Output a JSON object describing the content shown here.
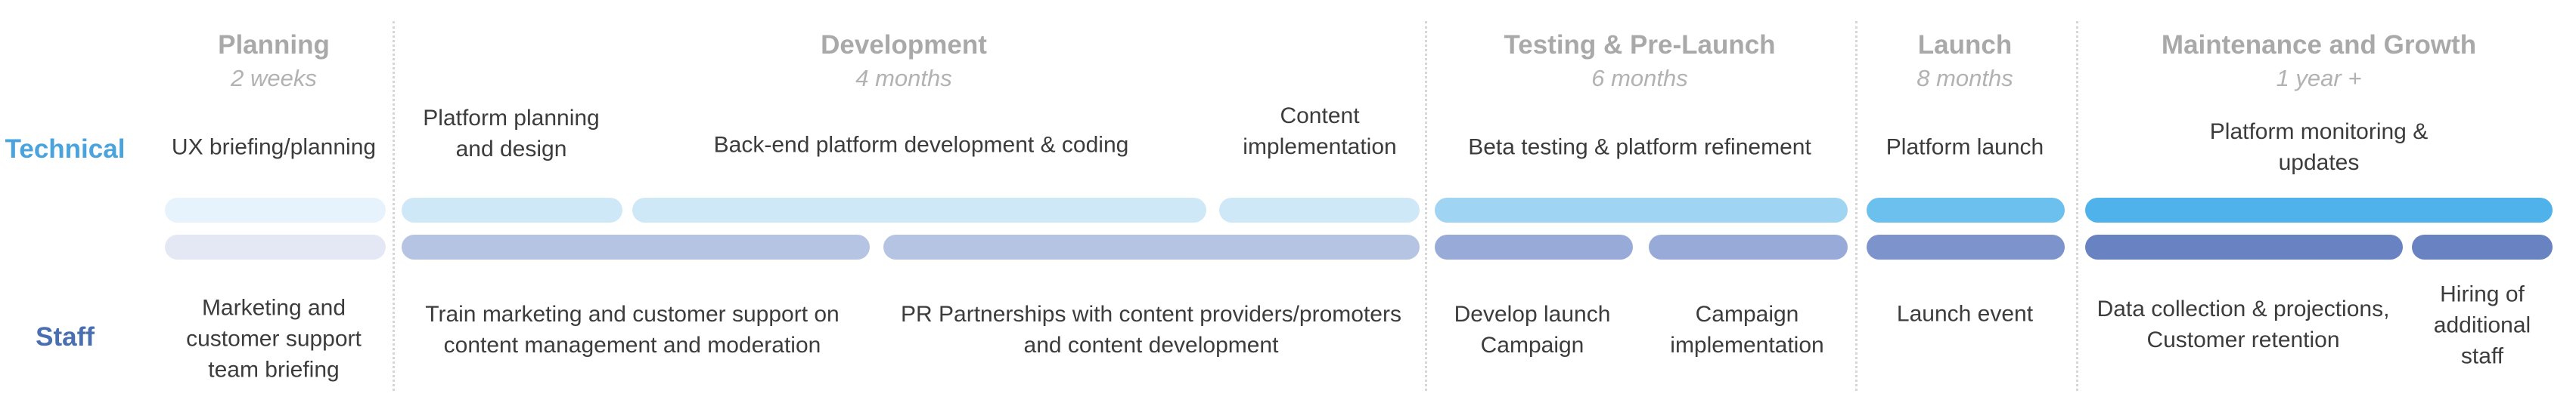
{
  "phases": [
    {
      "title": "Planning",
      "duration": "2 weeks"
    },
    {
      "title": "Development",
      "duration": "4 months"
    },
    {
      "title": "Testing & Pre-Launch",
      "duration": "6 months"
    },
    {
      "title": "Launch",
      "duration": "8 months"
    },
    {
      "title": "Maintenance and Growth",
      "duration": "1 year +"
    }
  ],
  "rows": {
    "technical": {
      "label": "Technical",
      "color": "#4aa3dc"
    },
    "staff": {
      "label": "Staff",
      "color": "#4a6fb0"
    }
  },
  "technical_tasks": [
    "UX briefing/planning",
    "Platform planning\nand design",
    "Back-end platform development & coding",
    "Content\nimplementation",
    "Beta testing & platform refinement",
    "Platform launch",
    "Platform monitoring & updates"
  ],
  "staff_tasks": [
    "Marketing and\ncustomer support\nteam briefing",
    "Train marketing and customer support on\ncontent management and moderation",
    "PR Partnerships with content providers/promoters\nand content development",
    "Develop launch\nCampaign",
    "Campaign\nimplementation",
    "Launch event",
    "Data collection & projections,\nCustomer retention",
    "Hiring of\nadditional staff"
  ],
  "colors": {
    "tech_bars": [
      "#e6f3fc",
      "#cfe8f8",
      "#cfe8f8",
      "#cfe8f8",
      "#9fd4f2",
      "#6cc0ee",
      "#4fb2ea"
    ],
    "staff_bars": [
      "#e3e8f4",
      "#b5c4e2",
      "#b5c4e2",
      "#98abd8",
      "#98abd8",
      "#7d93cc",
      "#6882c2",
      "#6882c2"
    ]
  }
}
